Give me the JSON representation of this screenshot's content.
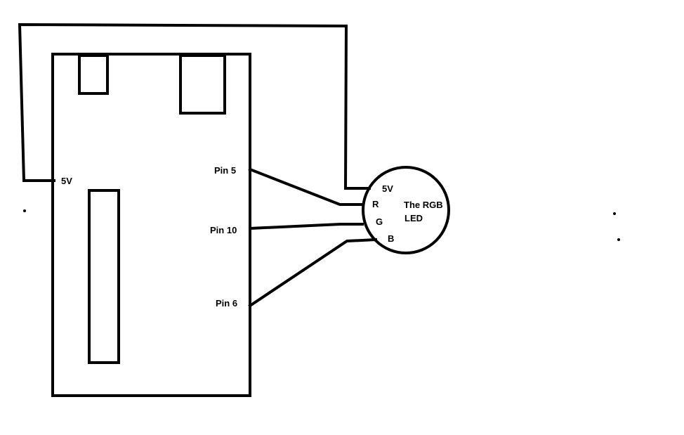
{
  "board": {
    "pin_labels": {
      "v5": "5V",
      "pin5": "Pin 5",
      "pin10": "Pin 10",
      "pin6": "Pin 6"
    }
  },
  "led": {
    "title_line1": "The RGB",
    "title_line2": "LED",
    "pins": {
      "v5": "5V",
      "r": "R",
      "g": "G",
      "b": "B"
    }
  },
  "colors": {
    "stroke": "#000000",
    "background": "#ffffff"
  }
}
